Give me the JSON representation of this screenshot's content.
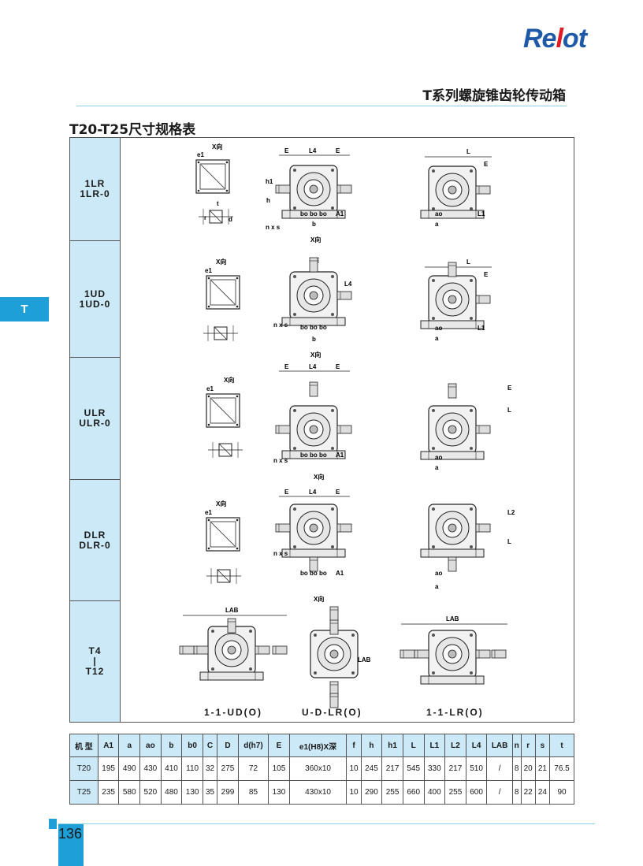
{
  "header": {
    "logo_prefix": "Re",
    "logo_accent": "l",
    "logo_suffix": "ot",
    "series_title": "T系列螺旋锥齿轮传动箱"
  },
  "side_tab": {
    "label": "T"
  },
  "section": {
    "title": "T20-T25尺寸规格表"
  },
  "rows": [
    {
      "line1": "1LR",
      "line2": "1LR-0"
    },
    {
      "line1": "1UD",
      "line2": "1UD-0"
    },
    {
      "line1": "ULR",
      "line2": "ULR-0"
    },
    {
      "line1": "DLR",
      "line2": "DLR-0"
    },
    {
      "line1": "T4",
      "line2": "|",
      "line3": "T12"
    }
  ],
  "diagram_labels": {
    "x_view": "X向",
    "e1": "e1",
    "E": "E",
    "L4": "L4",
    "L": "L",
    "L1": "L1",
    "L2": "L2",
    "LAB": "LAB",
    "h": "h",
    "h1": "h1",
    "c": "c",
    "a": "a",
    "ao": "ao",
    "b": "b",
    "bo": "bo",
    "A1": "A1",
    "nxs": "n x s",
    "t": "t",
    "r": "r",
    "d": "d"
  },
  "captions": [
    "1-1-UD(O)",
    "U-D-LR(O)",
    "1-1-LR(O)"
  ],
  "table": {
    "headers": [
      "机 型",
      "A1",
      "a",
      "ao",
      "b",
      "b0",
      "C",
      "D",
      "d(h7)",
      "E",
      "e1(H8)X深",
      "f",
      "h",
      "h1",
      "L",
      "L1",
      "L2",
      "L4",
      "LAB",
      "n",
      "r",
      "s",
      "t"
    ],
    "rows": [
      [
        "T20",
        "195",
        "490",
        "430",
        "410",
        "110",
        "32",
        "275",
        "72",
        "105",
        "360x10",
        "10",
        "245",
        "217",
        "545",
        "330",
        "217",
        "510",
        "/",
        "8",
        "20",
        "21",
        "76.5"
      ],
      [
        "T25",
        "235",
        "580",
        "520",
        "480",
        "130",
        "35",
        "299",
        "85",
        "130",
        "430x10",
        "10",
        "290",
        "255",
        "660",
        "400",
        "255",
        "600",
        "/",
        "8",
        "22",
        "24",
        "90"
      ]
    ]
  },
  "page": {
    "number": "136"
  },
  "colors": {
    "accent": "#1f9fd8",
    "label_bg": "#cbe9f7",
    "logo_blue": "#1f5aa8",
    "logo_red": "#e01b24",
    "rule": "#8fd3ea"
  }
}
